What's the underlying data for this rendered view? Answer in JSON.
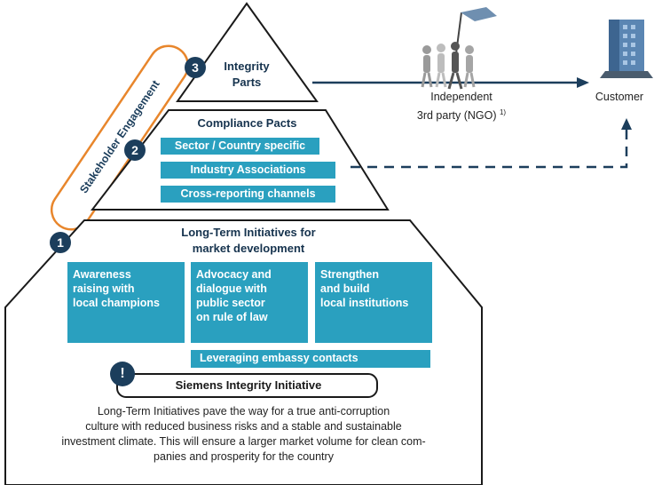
{
  "level3": {
    "number": "3",
    "title_line1": "Integrity",
    "title_line2": "Parts"
  },
  "level2": {
    "number": "2",
    "title": "Compliance Pacts",
    "items": [
      "Sector / Country specific",
      "Industry Associations",
      "Cross-reporting channels"
    ]
  },
  "level1": {
    "number": "1",
    "title_line1": "Long-Term Initiatives for",
    "title_line2": "market development",
    "boxes": [
      {
        "lines": [
          "Awareness",
          "raising with",
          "local champions"
        ]
      },
      {
        "lines": [
          "Advocacy and",
          "dialogue with",
          "public sector",
          "on rule of law"
        ]
      },
      {
        "lines": [
          "Strengthen",
          "and build",
          "local institutions"
        ]
      }
    ],
    "embassy": "Leveraging embassy contacts"
  },
  "initiative": {
    "marker": "!",
    "label": "Siemens Integrity Initiative"
  },
  "description": [
    "Long-Term Initiatives pave the way for a true anti-corruption",
    "culture with reduced business risks and a stable and sustainable",
    "investment climate. This will ensure a larger market volume for clean com-",
    "panies and prosperity for the country"
  ],
  "stakeholder_label": "Stakeholder Engagement",
  "third_party": {
    "line1": "Independent",
    "line2": "3rd party (NGO)",
    "footnote": "1)"
  },
  "customer_label": "Customer",
  "colors": {
    "navy": "#1c3e5c",
    "teal": "#2aa0bf",
    "orange": "#e8862c",
    "outline": "#1a1a1a"
  },
  "icons": [
    "people-with-flag-icon",
    "office-building-icon"
  ]
}
